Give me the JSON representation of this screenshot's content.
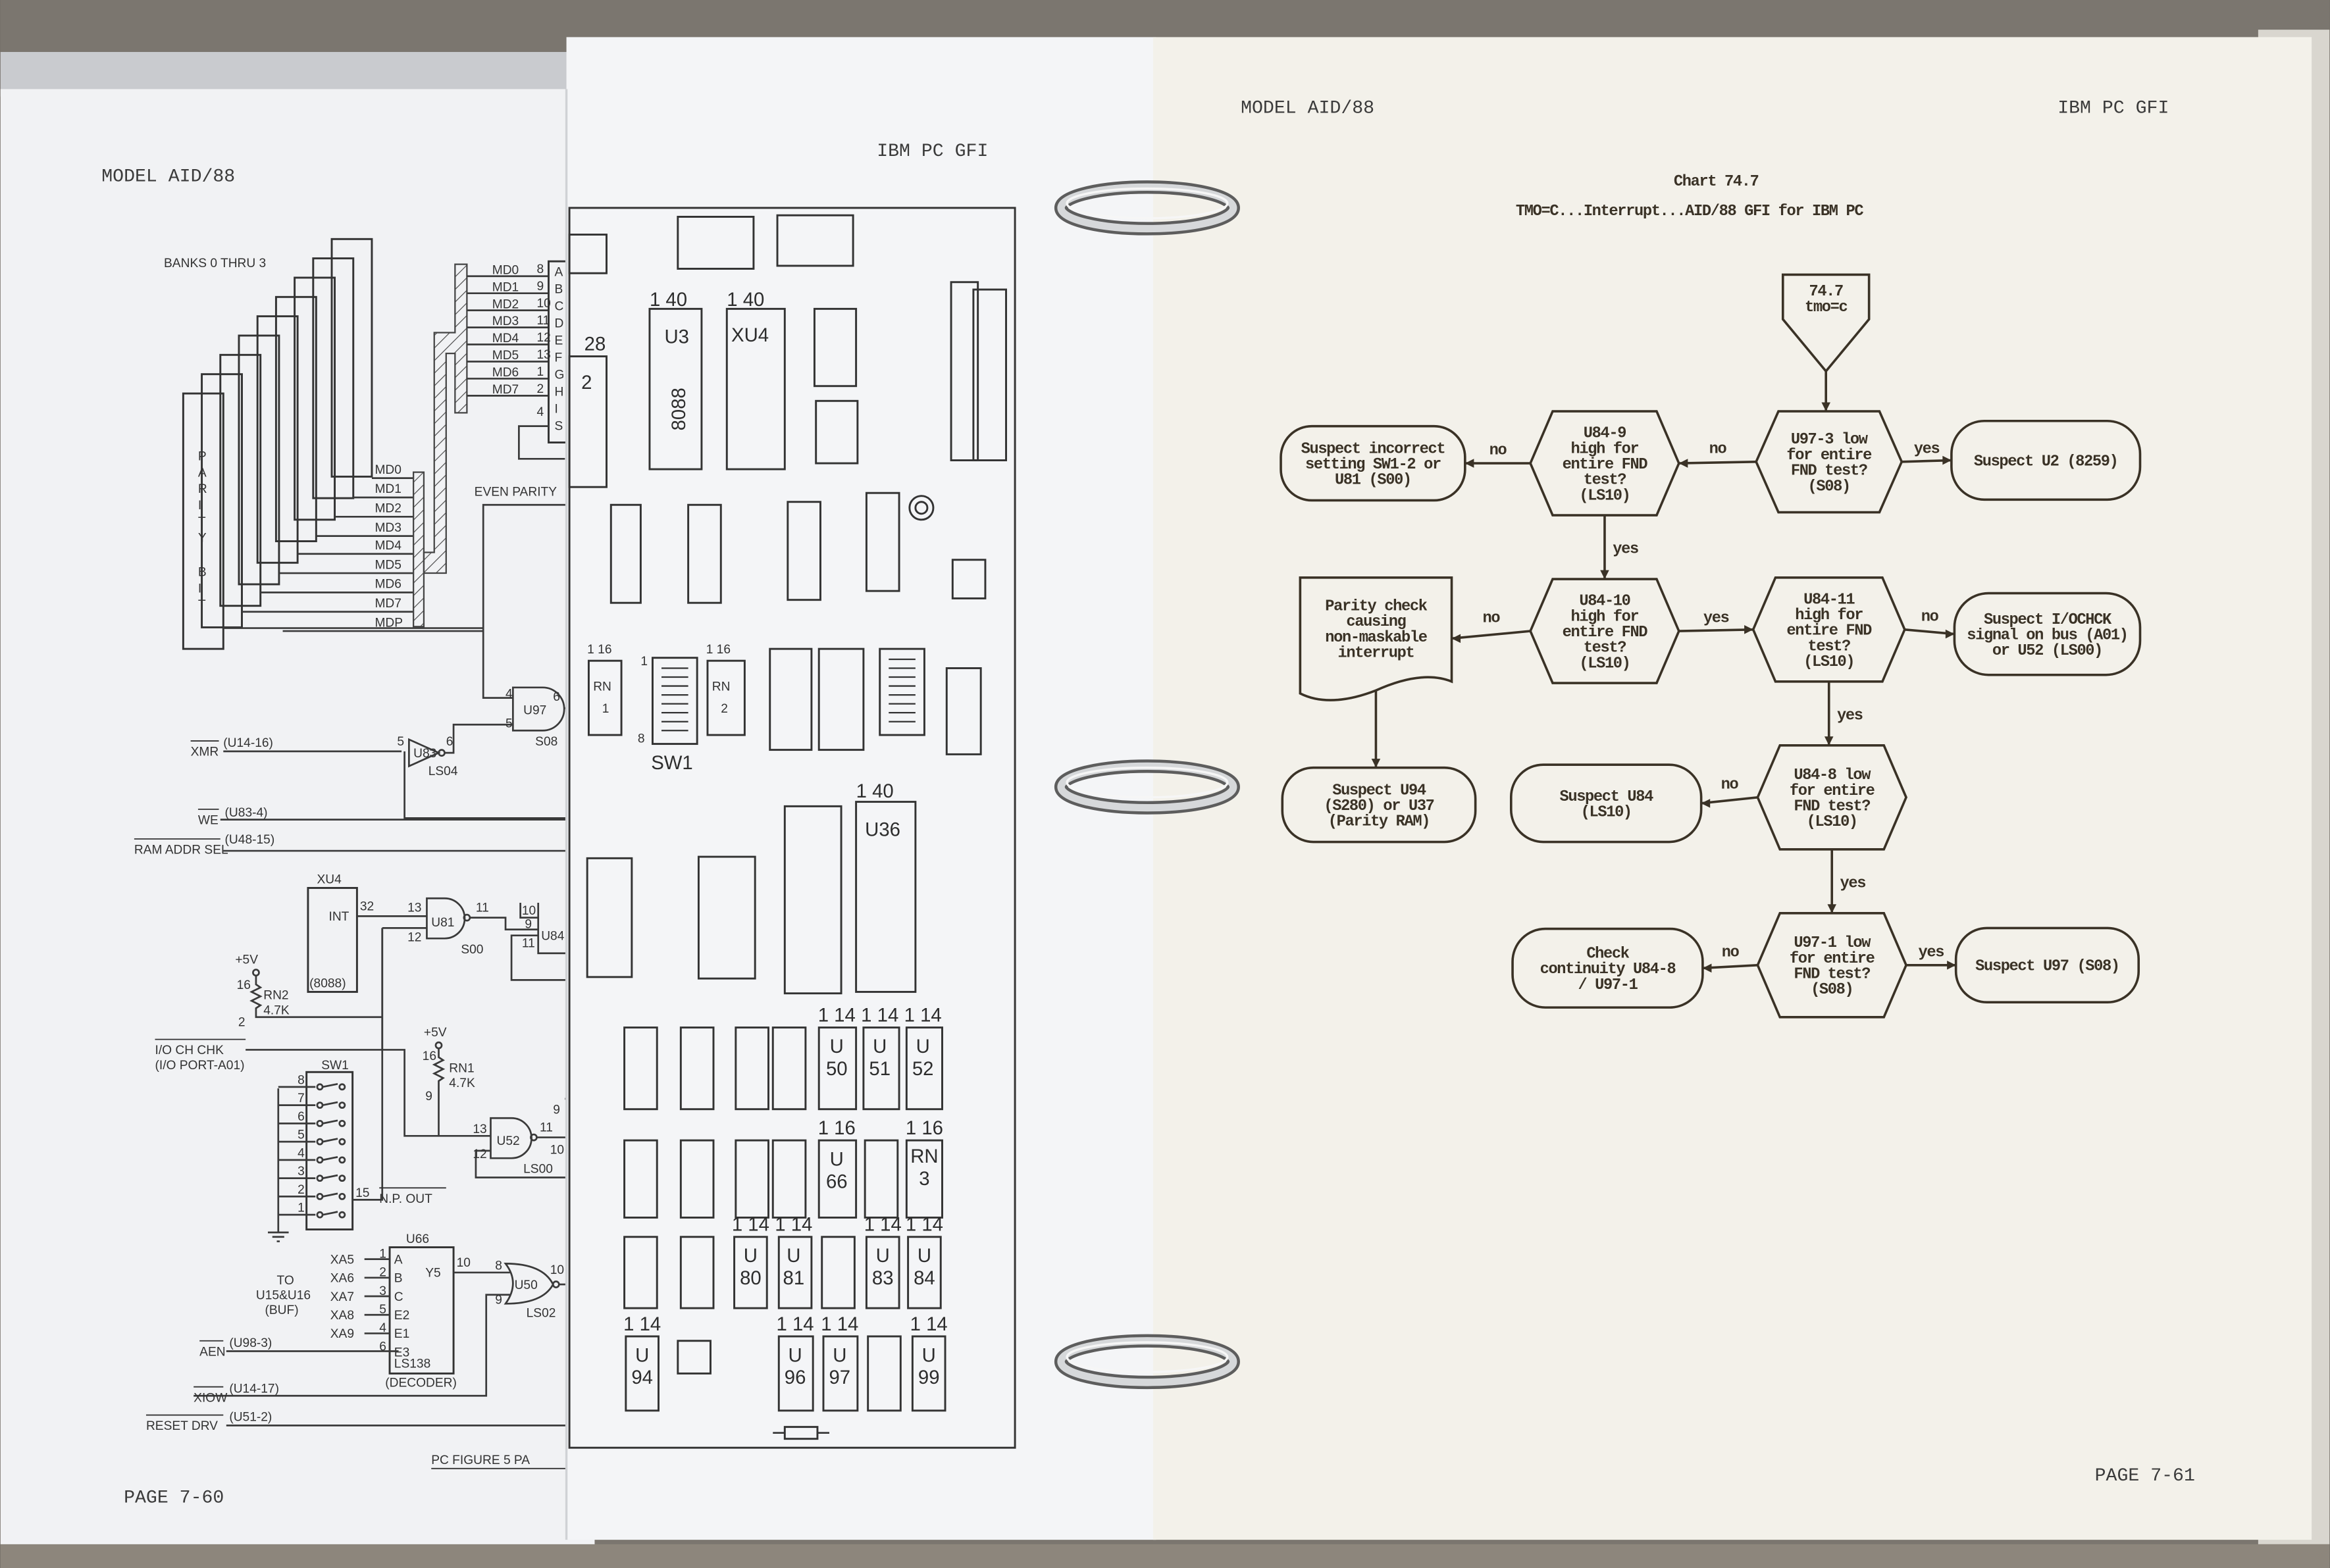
{
  "left_page": {
    "header": "MODEL AID/88",
    "footer": "PAGE 7-60",
    "banks_label": "BANKS 0 THRU 3",
    "parity_bit": [
      "P",
      "A",
      "R",
      "I",
      "T",
      "Y",
      "B",
      "I",
      "T"
    ],
    "md_lines": [
      "MD0",
      "MD1",
      "MD2",
      "MD3",
      "MD4",
      "MD5",
      "MD6",
      "MD7",
      "MDP"
    ],
    "bus_signals": [
      "MD0",
      "MD1",
      "MD2",
      "MD3",
      "MD4",
      "MD5",
      "MD6",
      "MD7"
    ],
    "bus_pins": [
      "8",
      "9",
      "10",
      "11",
      "12",
      "13",
      "1",
      "2",
      "4"
    ],
    "bus_letters": [
      "A",
      "B",
      "C",
      "D",
      "E",
      "F",
      "G",
      "H",
      "I",
      "S"
    ],
    "even_parity": "EVEN PARITY",
    "u97": {
      "name": "U97",
      "type": "S08",
      "pin_in1": "4",
      "pin_in2": "5",
      "pin_out": "6"
    },
    "xmr": {
      "label": "XMR",
      "ref": "(U14-16)"
    },
    "u83": {
      "name": "U83",
      "type": "LS04",
      "pin_in": "5",
      "pin_out": "6"
    },
    "we": {
      "label": "WE",
      "ref": "(U83-4)"
    },
    "ram_addr_sel": {
      "label": "RAM ADDR SEL",
      "ref": "(U48-15)"
    },
    "xu4": {
      "name": "XU4",
      "pin_name": "INT",
      "part": "(8088)",
      "pin": "32"
    },
    "u81": {
      "name": "U81",
      "type": "S00",
      "pin_in1": "13",
      "pin_in2": "12",
      "pin_out": "11"
    },
    "u84": {
      "name": "U84",
      "pin_a": "10",
      "pin_b": "9",
      "pin_c": "11"
    },
    "rn2": {
      "supply": "+5V",
      "name": "RN2",
      "value": "4.7K",
      "pin_top": "16",
      "pin_bottom": "2"
    },
    "io_ch_chk": {
      "label": "I/O CH CHK",
      "ref": "(I/O PORT-A01)"
    },
    "sw1": {
      "name": "SW1",
      "positions": [
        "8",
        "7",
        "6",
        "5",
        "4",
        "3",
        "2",
        "1"
      ],
      "pin": "15",
      "output": "N.P. OUT"
    },
    "rn1": {
      "supply": "+5V",
      "name": "RN1",
      "value": "4.7K",
      "pin_top": "16",
      "pin_bottom": "9"
    },
    "u52": {
      "name": "U52",
      "type": "LS00",
      "pin_in1": "13",
      "pin_in2": "12",
      "pin_out": "11",
      "pin_next": "10",
      "pin_upper": "9"
    },
    "u66": {
      "name": "U66",
      "inputs": [
        "A",
        "B",
        "C",
        "E2",
        "E1",
        "E3"
      ],
      "pins": [
        "1",
        "2",
        "3",
        "5",
        "4",
        "6"
      ],
      "output": "Y5",
      "out_pin": "10",
      "type": "LS138",
      "role": "(DECODER)"
    },
    "xa_signals": [
      "XA5",
      "XA6",
      "XA7",
      "XA8",
      "XA9"
    ],
    "to_buf": [
      "TO",
      "U15&U16",
      "(BUF)"
    ],
    "u50": {
      "name": "U50",
      "type": "LS02",
      "pin_in1": "8",
      "pin_in2": "9",
      "pin_out": "10"
    },
    "aen": {
      "label": "AEN",
      "ref": "(U98-3)"
    },
    "xiow": {
      "label": "XIOW",
      "ref": "(U14-17)"
    },
    "reset_drv": {
      "label": "RESET DRV",
      "ref": "(U51-2)"
    },
    "figure_caption": "PC FIGURE 5  PA"
  },
  "middle_page": {
    "header": "IBM PC GFI",
    "pin_40": "1   40",
    "pin_14": "1  14",
    "pin_16": "1  16",
    "chip_28": "28",
    "chip_2": "2",
    "u3": "U3",
    "u3_part": "8088",
    "xu4": "XU4",
    "rn1": [
      "RN",
      "1"
    ],
    "rn2": [
      "RN",
      "2"
    ],
    "rn3": [
      "RN",
      "3"
    ],
    "sw1": "SW1",
    "sw1_pin1": "1",
    "sw1_pin8": "8",
    "u36": "U36",
    "chips": [
      [
        "U",
        "50"
      ],
      [
        "U",
        "51"
      ],
      [
        "U",
        "52"
      ],
      [
        "U",
        "66"
      ],
      [
        "U",
        "80"
      ],
      [
        "U",
        "81"
      ],
      [
        "U",
        "83"
      ],
      [
        "U",
        "84"
      ],
      [
        "U",
        "94"
      ],
      [
        "U",
        "96"
      ],
      [
        "U",
        "97"
      ],
      [
        "U",
        "99"
      ]
    ]
  },
  "right_page": {
    "header_left": "MODEL AID/88",
    "header_right": "IBM PC GFI",
    "footer": "PAGE 7-61",
    "chart_title": "Chart 74.7",
    "chart_subtitle": "TMO=C...Interrupt...AID/88 GFI for IBM PC",
    "nodes": {
      "start": [
        "74.7",
        "tmo=c"
      ],
      "d1": [
        "U97-3 low",
        "for entire",
        "FND test?",
        "(S08)"
      ],
      "t1": [
        "Suspect U2 (8259)"
      ],
      "d2": [
        "U84-9",
        "high for",
        "entire FND",
        "test?",
        "(LS10)"
      ],
      "t2": [
        "Suspect incorrect",
        "setting SW1-2 or",
        "U81 (S00)"
      ],
      "d3": [
        "U84-10",
        "high for",
        "entire FND",
        "test?",
        "(LS10)"
      ],
      "doc": [
        "Parity check",
        "causing",
        "non-maskable",
        "interrupt"
      ],
      "t3": [
        "Suspect U94",
        "(S280) or U37",
        "(Parity RAM)"
      ],
      "d4": [
        "U84-11",
        "high for",
        "entire FND",
        "test?",
        "(LS10)"
      ],
      "t4": [
        "Suspect I/OCHCK",
        "signal on bus (A01)",
        "or U52 (LS00)"
      ],
      "d5": [
        "U84-8 low",
        "for entire",
        "FND test?",
        "(LS10)"
      ],
      "t5": [
        "Suspect U84",
        "(LS10)"
      ],
      "d6": [
        "U97-1 low",
        "for entire",
        "FND test?",
        "(S08)"
      ],
      "t6": [
        "Check",
        "continuity U84-8",
        "/ U97-1"
      ],
      "t7": [
        "Suspect U97 (S08)"
      ]
    },
    "edges": [
      {
        "from": "start",
        "to": "d1",
        "label": ""
      },
      {
        "from": "d1",
        "to": "t1",
        "label": "yes"
      },
      {
        "from": "d1",
        "to": "d2",
        "label": "no"
      },
      {
        "from": "d2",
        "to": "t2",
        "label": "no"
      },
      {
        "from": "d2",
        "to": "d3",
        "label": "yes"
      },
      {
        "from": "d3",
        "to": "doc",
        "label": "no"
      },
      {
        "from": "doc",
        "to": "t3",
        "label": ""
      },
      {
        "from": "d3",
        "to": "d4",
        "label": "yes"
      },
      {
        "from": "d4",
        "to": "t4",
        "label": "no"
      },
      {
        "from": "d4",
        "to": "d5",
        "label": "yes"
      },
      {
        "from": "d5",
        "to": "t5",
        "label": "no"
      },
      {
        "from": "d5",
        "to": "d6",
        "label": "yes"
      },
      {
        "from": "d6",
        "to": "t6",
        "label": "no"
      },
      {
        "from": "d6",
        "to": "t7",
        "label": "yes"
      }
    ]
  }
}
